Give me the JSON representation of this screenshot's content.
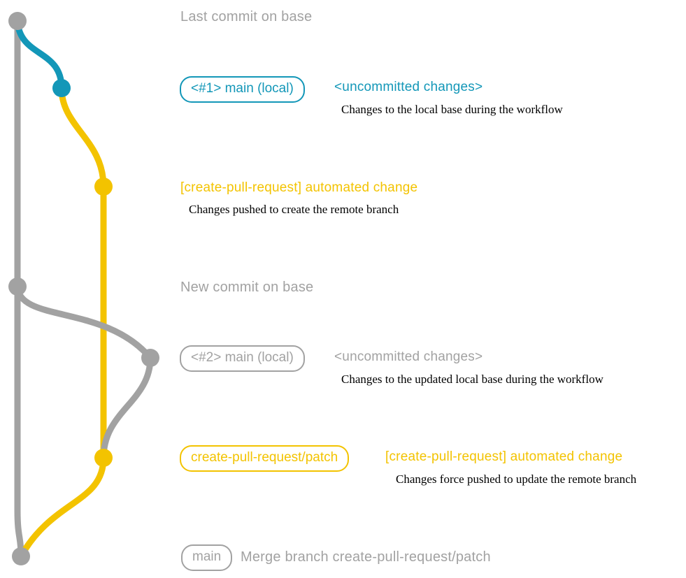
{
  "colors": {
    "gray": "#a2a2a2",
    "teal": "#1397b8",
    "gold": "#f3c300",
    "caption_text": "#000000"
  },
  "sections": {
    "last_commit_on_base": "Last commit on base",
    "new_commit_on_base": "New commit on base"
  },
  "rows": {
    "main_local_1": {
      "badge": "<#1> main (local)",
      "note": "<uncommitted changes>",
      "caption": "Changes to the local base during the workflow"
    },
    "automated_change_1": {
      "note": "[create-pull-request] automated change",
      "caption": "Changes pushed to create the remote branch"
    },
    "main_local_2": {
      "badge": "<#2> main (local)",
      "note": "<uncommitted changes>",
      "caption": "Changes to the updated local base during the workflow"
    },
    "patch_branch": {
      "badge": "create-pull-request/patch",
      "note": "[create-pull-request] automated change",
      "caption": "Changes force pushed to update the remote branch"
    },
    "merge": {
      "badge": "main",
      "note": "Merge branch create-pull-request/patch"
    }
  }
}
